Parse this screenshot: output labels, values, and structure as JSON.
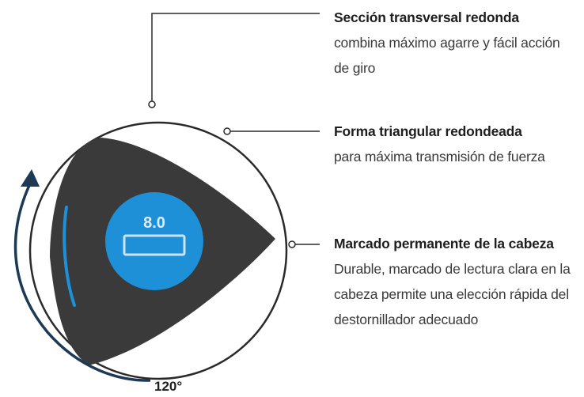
{
  "tip": {
    "size_label": "8.0"
  },
  "rotation": {
    "angle_label": "120°"
  },
  "callouts": [
    {
      "title": "Sección transversal redonda",
      "description": "combina máximo agarre y fácil acción de giro"
    },
    {
      "title": "Forma triangular redondeada",
      "description": "para máxima transmisión de fuerza"
    },
    {
      "title": "Marcado permanente de la cabeza",
      "description": "Durable, marcado de lectura clara en la cabeza permite una elección rápida del destornillador adecuado"
    }
  ],
  "colors": {
    "handle": "#3a3a3a",
    "marking": "#1e90d8",
    "outline": "#2a2a2a",
    "arrow": "#1c3a55",
    "text": "#2b2b2b"
  }
}
